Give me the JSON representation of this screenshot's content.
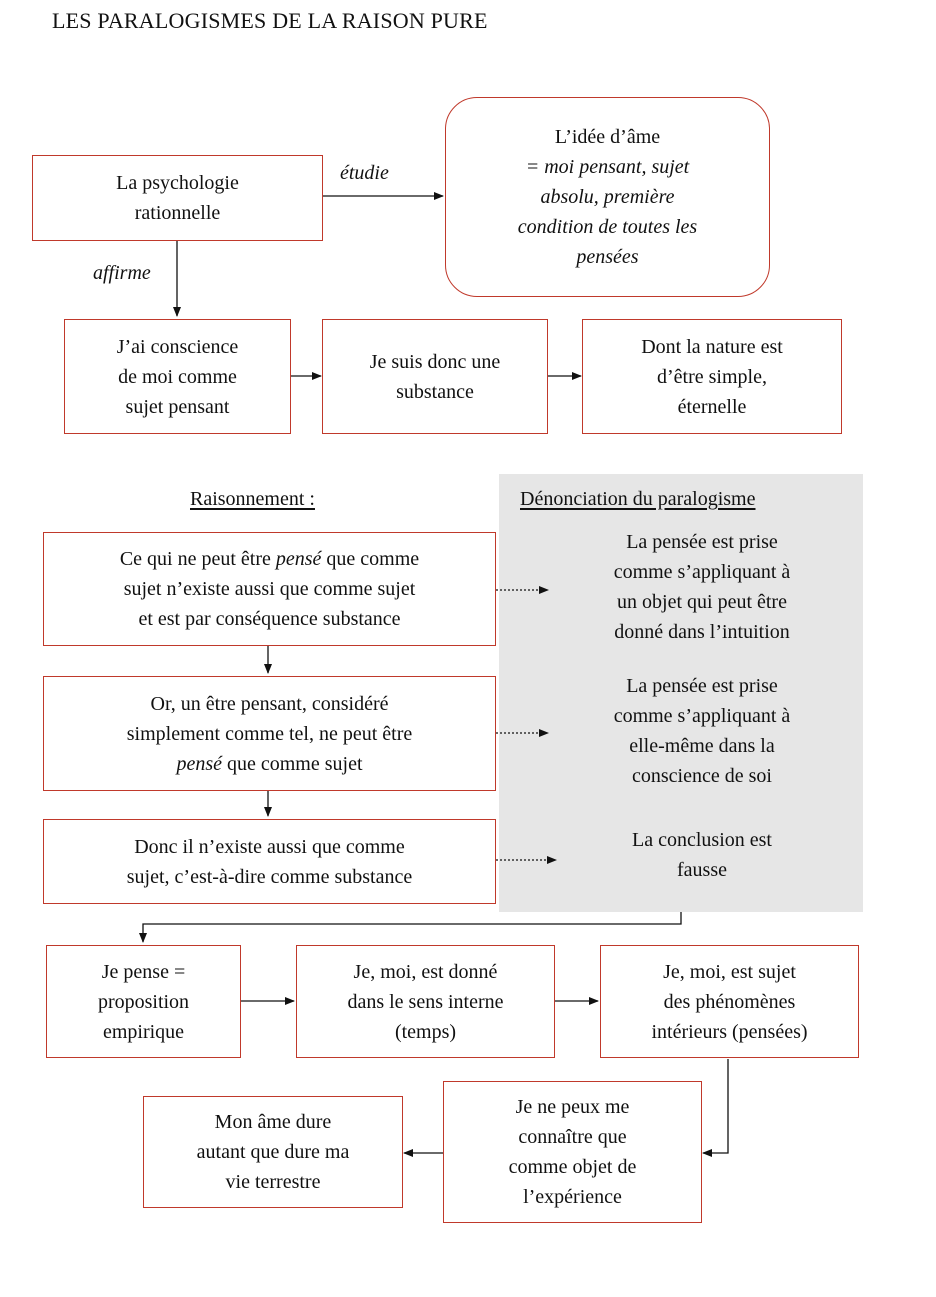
{
  "title": "LES PARALOGISMES DE LA RAISON PURE",
  "top": {
    "psychologie": [
      "La psychologie",
      "rationnelle"
    ],
    "edge_etudie": "étudie",
    "edge_affirme": "affirme",
    "idee_ame": {
      "line1": "L’idée d’âme",
      "rest": [
        "= moi pensant, sujet",
        "absolu, première",
        "condition de toutes les",
        "pensées"
      ]
    },
    "conscience": [
      "J’ai conscience",
      "de moi comme",
      "sujet pensant"
    ],
    "substance": [
      "Je suis donc une",
      "substance"
    ],
    "nature": [
      "Dont la nature est",
      "d’être simple,",
      "éternelle"
    ]
  },
  "middle": {
    "heading_left": "Raisonnement :",
    "heading_right": "Dénonciation du paralogisme",
    "r1": {
      "a": "Ce qui ne peut être ",
      "em": "pensé",
      "b": " que comme",
      "line2": "sujet n’existe aussi que comme sujet",
      "line3": "et est par conséquence substance"
    },
    "r2": {
      "line1": "Or, un être pensant, considéré",
      "line2": "simplement comme tel, ne peut être",
      "em": "pensé",
      "b": " que comme sujet"
    },
    "r3": [
      "Donc il n’existe aussi que comme",
      "sujet, c’est-à-dire comme substance"
    ],
    "d1": [
      "La pensée est prise",
      "comme s’appliquant à",
      "un objet qui peut être",
      "donné dans l’intuition"
    ],
    "d2": [
      "La pensée est prise",
      "comme s’appliquant à",
      "elle-même dans la",
      "conscience de soi"
    ],
    "d3": [
      "La conclusion est",
      "fausse"
    ]
  },
  "bottom": {
    "je_pense": [
      "Je pense =",
      "proposition",
      "empirique"
    ],
    "sens_interne": [
      "Je, moi, est donné",
      "dans le sens interne",
      "(temps)"
    ],
    "sujet_phen": [
      "Je, moi, est sujet",
      "des phénomènes",
      "intérieurs (pensées)"
    ],
    "connaitre": [
      "Je ne peux me",
      "connaître que",
      "comme objet de",
      "l’expérience"
    ],
    "ame_dure": [
      "Mon âme dure",
      "autant que dure ma",
      "vie terrestre"
    ]
  },
  "colors": {
    "box_border": "#c0392b",
    "panel": "#e6e6e6",
    "line": "#111111"
  }
}
